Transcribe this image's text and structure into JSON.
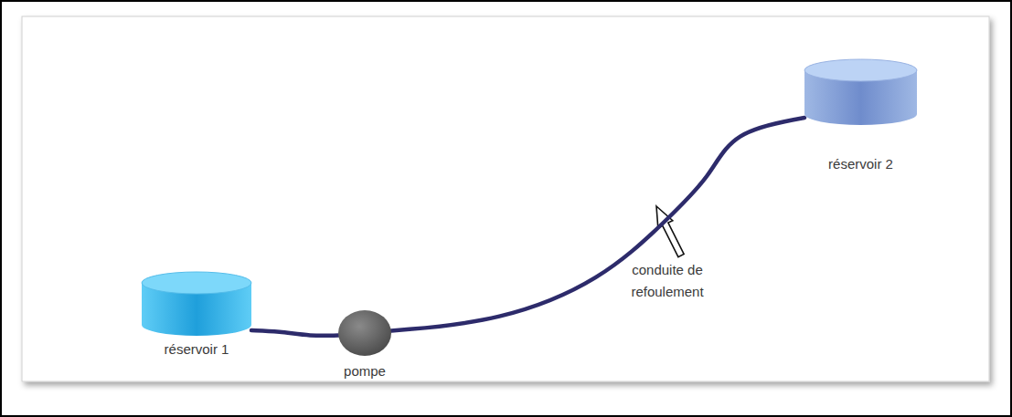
{
  "diagram": {
    "nodes": [
      {
        "text": [
          "réservoir 1"
        ]
      },
      {
        "text": [
          "pompe"
        ]
      },
      {
        "text": [
          "réservoir 2"
        ]
      }
    ],
    "edges": [
      {
        "from": 0,
        "to": 1,
        "arrow": "none"
      },
      {
        "from": 1,
        "to": 2,
        "arrow": "none"
      }
    ],
    "labels": [
      "conduite de refoulement"
    ]
  }
}
